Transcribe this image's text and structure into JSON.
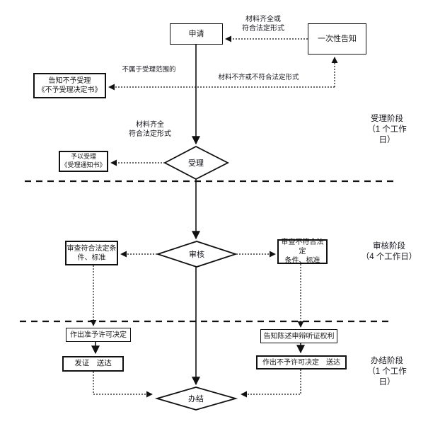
{
  "nodes": {
    "apply": "申请",
    "one_time_notice": "一次性告知",
    "reject_notice": "告知不予受理\n《不予受理决定书》",
    "accept_notice": "予以受理\n《受理通知书》",
    "accept_decision": "受理",
    "review_decision": "审核",
    "review_pass": "审查符合法定条\n件、标准",
    "review_fail": "审查不符合法定\n条件、标准",
    "grant_decision": "作出准予许可决定",
    "issue_deliver": "发证　送达",
    "hearing_rights": "告知陈述申辩听证权利",
    "deny_deliver": "作出不予许可决定　送达",
    "finish": "办结"
  },
  "edge_labels": {
    "complete_or_legal": "材料齐全或\n符合法定形式",
    "out_of_scope": "不属于受理范围的",
    "incomplete": "材料不齐或不符合法定形式",
    "complete_legal": "材料齐全\n符合法定形式"
  },
  "stage_labels": {
    "accept_stage": "受理阶段\n（1 个工作\n日）",
    "review_stage": "审核阶段\n（4 个工作日）",
    "finish_stage": "办结阶段\n（1 个工作\n日）"
  },
  "colors": {
    "line": "#111111",
    "text": "#15151c",
    "background": "#ffffff"
  }
}
